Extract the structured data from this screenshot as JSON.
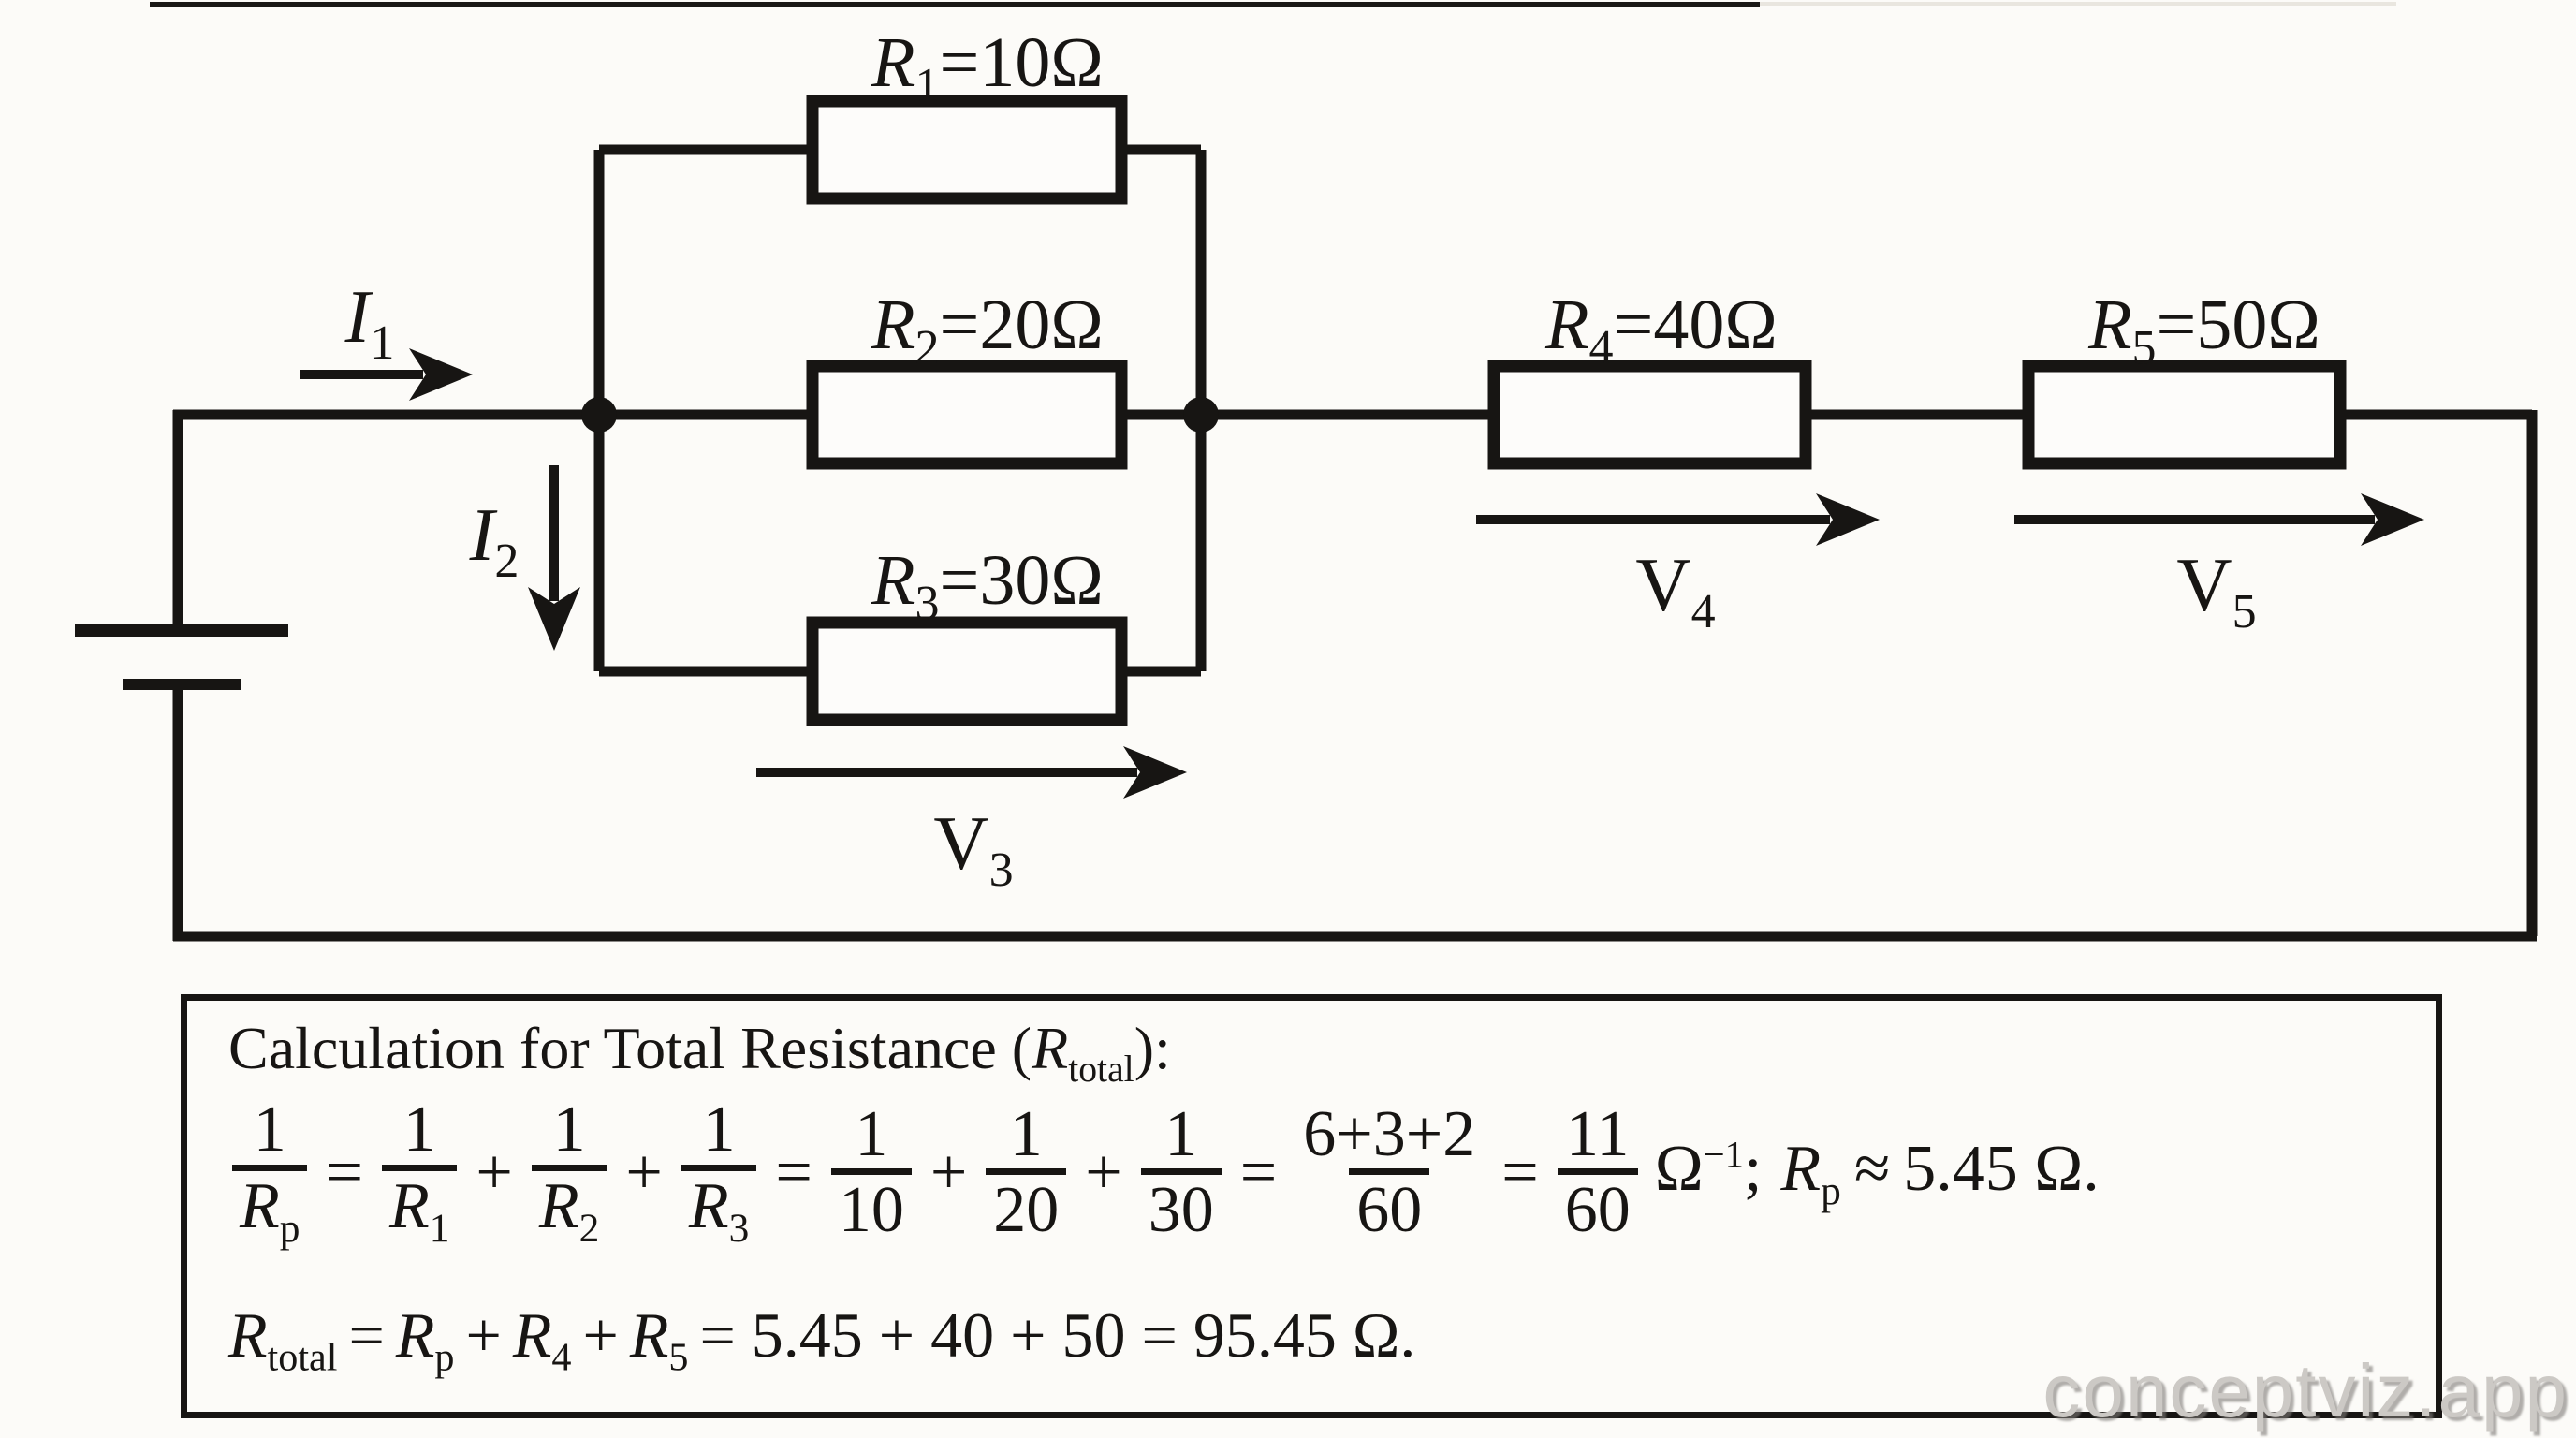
{
  "page": {
    "background": "#fcfbf8",
    "ink": "#171513"
  },
  "watermark": {
    "text": "conceptviz.app",
    "color": "#ccc9c5"
  },
  "circuit": {
    "resistor_labels": [
      {
        "sym": "R",
        "sub": "1",
        "rest": "=10Ω"
      },
      {
        "sym": "R",
        "sub": "2",
        "rest": "=20Ω"
      },
      {
        "sym": "R",
        "sub": "3",
        "rest": "=30Ω"
      },
      {
        "sym": "R",
        "sub": "4",
        "rest": "=40Ω"
      },
      {
        "sym": "R",
        "sub": "5",
        "rest": "=50Ω"
      }
    ],
    "current_labels": [
      {
        "sym": "I",
        "sub": "1"
      },
      {
        "sym": "I",
        "sub": "2"
      }
    ],
    "voltage_labels": [
      {
        "sym": "V",
        "sub": "3"
      },
      {
        "sym": "V",
        "sub": "4"
      },
      {
        "sym": "V",
        "sub": "5"
      }
    ]
  },
  "calculation": {
    "title": {
      "prefix": "Calculation for Total Resistance (",
      "sym": "R",
      "sub": "total",
      "suffix": "):"
    },
    "eq1": {
      "f1": {
        "n": "1",
        "dsym": "R",
        "dsub": "p"
      },
      "op1": "=",
      "f2": {
        "n": "1",
        "dsym": "R",
        "dsub": "1"
      },
      "op2": "+",
      "f3": {
        "n": "1",
        "dsym": "R",
        "dsub": "2"
      },
      "op3": "+",
      "f4": {
        "n": "1",
        "dsym": "R",
        "dsub": "3"
      },
      "op4": "=",
      "f5": {
        "n": "1",
        "d": "10"
      },
      "op5": "+",
      "f6": {
        "n": "1",
        "d": "20"
      },
      "op6": "+",
      "f7": {
        "n": "1",
        "d": "30"
      },
      "op7": "=",
      "f8": {
        "n": "6+3+2",
        "d": "60"
      },
      "op8": "=",
      "f9": {
        "n": "11",
        "d": "60"
      },
      "unit": "Ω",
      "unit_exp": "−1",
      "semi": ";",
      "rsym": "R",
      "rsub": "p",
      "approx": "≈",
      "value": "5.45 Ω."
    },
    "eq2": {
      "lsym": "R",
      "lsub": "total",
      "eq": "=",
      "t1sym": "R",
      "t1sub": "p",
      "plus1": "+",
      "t2sym": "R",
      "t2sub": "4",
      "plus2": "+",
      "t3sym": "R",
      "t3sub": "5",
      "rest": "= 5.45 + 40 + 50 = 95.45 Ω."
    }
  }
}
